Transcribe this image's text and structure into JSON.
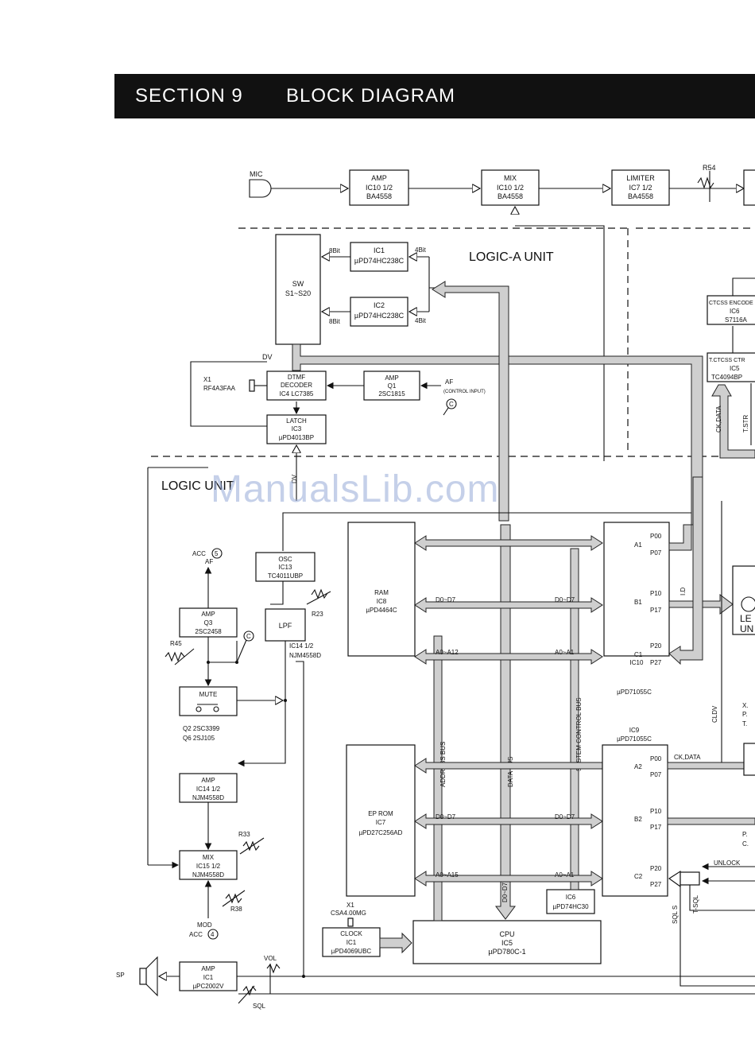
{
  "header": {
    "section": "SECTION 9",
    "title": "BLOCK DIAGRAM"
  },
  "watermark": "ManualsLib.com",
  "units": {
    "logic_a": "LOGIC-A UNIT",
    "logic": "LOGIC UNIT",
    "led": "LE",
    "led2": "UN"
  },
  "blocks": {
    "mic": "MIC",
    "amp_ic10": [
      "AMP",
      "IC10 1/2",
      "BA4558"
    ],
    "mix_ic10": [
      "MIX",
      "IC10 1/2",
      "BA4558"
    ],
    "limiter": [
      "LIMITER",
      "IC7 1/2",
      "BA4558"
    ],
    "r54": "R54",
    "sw": [
      "SW",
      "S1~S20"
    ],
    "ic1": [
      "IC1",
      "µPD74HC238C"
    ],
    "ic2": [
      "IC2",
      "µPD74HC238C"
    ],
    "bits": [
      "8Bit",
      "4Bit",
      "8Bit",
      "4Bit"
    ],
    "dtmf": [
      "DTMF",
      "DECODER",
      "IC4 LC7385"
    ],
    "x1": [
      "X1",
      "RF4A3FAA"
    ],
    "amp_q1": [
      "AMP",
      "Q1",
      "2SC1815"
    ],
    "af_in": [
      "AF",
      "(CONTROL INPUT)"
    ],
    "latch": [
      "LATCH",
      "IC3",
      "µPD4013BP"
    ],
    "dv": "DV",
    "ctcss_enc": [
      "CTCSS ENCODE",
      "IC6",
      "S7116A"
    ],
    "tctcss": [
      "T.CTCSS CTR",
      "IC5",
      "TC4094BP"
    ],
    "ckdata_v": "CK,DATA",
    "tstr": "T.STR",
    "osc": [
      "OSC",
      "IC13",
      "TC4011UBP"
    ],
    "lpf": "LPF",
    "ic14a": [
      "IC14 1/2",
      "NJM4558D"
    ],
    "r23": "R23",
    "acc5": [
      "ACC",
      "5",
      "AF"
    ],
    "amp_q3": [
      "AMP",
      "Q3",
      "2SC2458"
    ],
    "r45": "R45",
    "mute": [
      "MUTE",
      "Q2 2SC3399",
      "Q6 2SJ105"
    ],
    "amp_ic14": [
      "AMP",
      "IC14 1/2",
      "NJM4558D"
    ],
    "mix_ic15": [
      "MIX",
      "IC15 1/2",
      "NJM4558D"
    ],
    "r33": "R33",
    "r38": "R38",
    "mod": [
      "MOD",
      "ACC",
      "4"
    ],
    "sp": "SP",
    "amp_ic1": [
      "AMP",
      "IC1",
      "µPC2002V"
    ],
    "vol": "VOL",
    "sql": "SQL",
    "ram": [
      "RAM",
      "IC8",
      "µPD4464C"
    ],
    "eprom": [
      "EP ROM",
      "IC7",
      "µPD27C256AD"
    ],
    "cpu": [
      "CPU",
      "IC5",
      "µPD780C-1"
    ],
    "clock": [
      "X1",
      "CSA4.00MG",
      "CLOCK",
      "IC1",
      "µPD4069UBC"
    ],
    "ic6": [
      "IC6",
      "µPD74HC30"
    ],
    "ic10": [
      "IC10",
      "µPD71055C"
    ],
    "ic9": [
      "IC9",
      "µPD71055C"
    ],
    "ports_ic10": [
      "A1",
      "P00",
      "P07",
      "B1",
      "P10",
      "P17",
      "C1",
      "P20",
      "P27"
    ],
    "ports_ic9": [
      "A2",
      "P00",
      "P07",
      "B2",
      "P10",
      "P17",
      "C2",
      "P20",
      "P27"
    ],
    "bus_labels": [
      "D0~D7",
      "D0~D7",
      "A0~A12",
      "A0~A1",
      "D0~D7",
      "D0~D7",
      "A0~A15",
      "A0~A1",
      "D0~D7"
    ],
    "vbus": [
      "ADDRESS BUS",
      "DATA BUS",
      "SYSTEM CONTROL BUS"
    ],
    "right": [
      "I.D",
      "CLDV",
      "CK,DATA",
      "UNLOCK",
      "T-SQL",
      "SQL S",
      "X.",
      "P.",
      "T.",
      "P.",
      "C."
    ],
    "c_mark": "C"
  },
  "colors": {
    "header_bg": "#111111",
    "bus_fill": "#cfcfcf",
    "watermark": "#96aad7"
  }
}
